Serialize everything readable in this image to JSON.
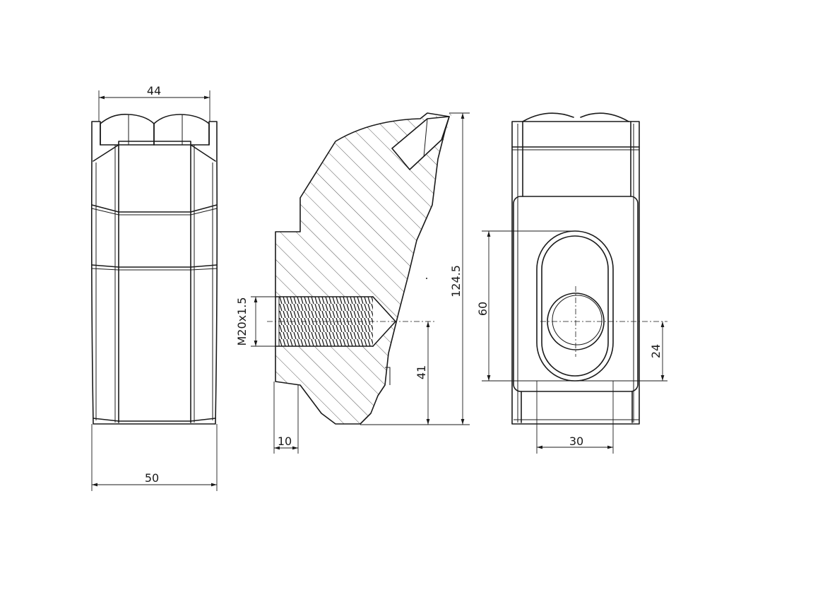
{
  "dimensions": {
    "front_top_width": "44",
    "front_bottom_width": "50",
    "section_thread": "M20x1.5",
    "section_base_step": "10",
    "section_screw_height": "41",
    "section_total_height": "124.5",
    "rear_slot_length": "60",
    "rear_hole_height": "24",
    "rear_slot_width": "30"
  },
  "views": [
    "front-view",
    "section-view",
    "rear-view"
  ],
  "colors": {
    "line": "#1a1a1a",
    "background": "#ffffff"
  }
}
